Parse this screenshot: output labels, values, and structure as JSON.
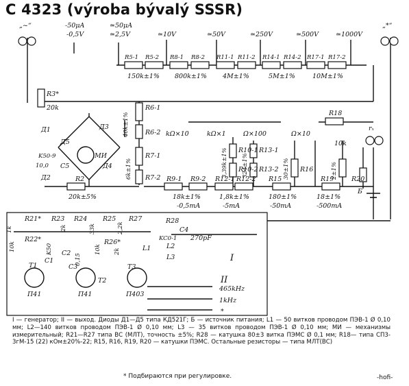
{
  "title": "C 4323 (výroba bývalý SSSR)",
  "ranges": {
    "ac_switch": "„~“",
    "dc_50uA": "-50μA",
    "dc_05V": "-0,5V",
    "ac_50uA": "≃50μA",
    "ac_25V": "≃2,5V",
    "v10": "≃10V",
    "v50": "≃50V",
    "v250": "≃250V",
    "v500": "≃500V",
    "v1000": "≃1000V",
    "plus": "„*“"
  },
  "top_resistors": [
    "R5-1",
    "R5-2",
    "R8-1",
    "R8-2",
    "R11-1",
    "R11-2",
    "R14-1",
    "R14-2",
    "R17-1",
    "R17-2"
  ],
  "top_values": [
    "150k±1%",
    "800k±1%",
    "4M±1%",
    "5M±1%",
    "10M±1%"
  ],
  "left": {
    "r3": "R3*",
    "r3v": "20k",
    "d1": "Д1",
    "d2": "Д2",
    "d3": "Д3",
    "d4": "Д4",
    "d5": "Д5",
    "c5": "C5",
    "k50": "K50-9",
    "c5v": "10,0",
    "mi": "МИ",
    "r2": "R2",
    "r2v": "20k±5%"
  },
  "mid": {
    "r6_1": "R6-1",
    "r6_2": "R6-2",
    "r6v": "40k±1%",
    "r7_1": "R7-1",
    "r7_2": "R7-2",
    "r7v": "6k±1%",
    "kx10": "kΩ×10",
    "kx1": "kΩ×1",
    "ox100": "Ω×100",
    "ox10": "Ω×10",
    "r10_1": "R10-1",
    "r10_2": "R10-2",
    "r10v": "3,39k±1%",
    "r13_1": "R13-1",
    "r13_2": "R13-2",
    "r13v": "324±1%",
    "r16": "R16",
    "r16v": "30±1%",
    "r18": "R18",
    "r18v": "10k",
    "r20": "R20",
    "r20v": "2±1%",
    "rx": "rₓ",
    "b": "Б",
    "r9_1": "R9-1",
    "r9_2": "R9-2",
    "r12_1": "R12-1",
    "r12_2": "R12-2",
    "r15": "R15",
    "r19": "R19",
    "v1": "18k±1%",
    "v2": "1,8k±1%",
    "v3": "180±1%",
    "v4": "18±1%",
    "i1": "-0,5mA",
    "i2": "-5mA",
    "i3": "-50mA",
    "i4": "-500mA"
  },
  "gen": {
    "r21": "R21*",
    "r22": "R22*",
    "r23": "R23",
    "r24": "R24",
    "r25": "R25",
    "r26": "R26*",
    "r27": "R27",
    "r28": "R28",
    "c1": "C1",
    "c2": "C2",
    "c3": "C3",
    "c4": "C4",
    "k50": "K50",
    "kc01": "KC0-1",
    "c4v": "270pF",
    "l1": "L1",
    "l2": "L2",
    "l3": "L3",
    "t1": "T1",
    "t2": "T2",
    "t3": "T3",
    "p41a": "П41",
    "p41b": "П41",
    "p403": "П403",
    "v1k": "1k",
    "v10k": "10k",
    "v2k": "2k",
    "v33k": "33k",
    "v22k": "2,2k",
    "v10kb": "10k",
    "v2kb": "2k",
    "v015": "0,15",
    "block1": "I",
    "block2": "II",
    "f1": "465kHz",
    "f2": "1kHz",
    "star": "*"
  },
  "caption": "I — генератор; II — выход. Диоды Д1—Д5 типа КД521Г; Б — источник питания; L1 — 50 витков проводом ПЭВ-1 Ø 0,10 мм; L2—140 витков проводом ПЭВ-1 Ø 0,10 мм; L3 — 35 витков проводом ПЭВ-1 Ø 0,10 мм; МИ — механизмы измерительный; R21—R27 типа ВС (МЛТ), точность ±5%; R28 — катушка 80±3 витка ПЭМС Ø 0,1 мм; R18— типа СП3-3гМ-15 (22) кОм±20%-22; R15, R16, R19, R20 — катушки ПЭМС. Остальные резисторы — типа МЛТ(ВС)",
  "footnote": "* Подбираются при регулировке.",
  "signature": "-hofi-"
}
